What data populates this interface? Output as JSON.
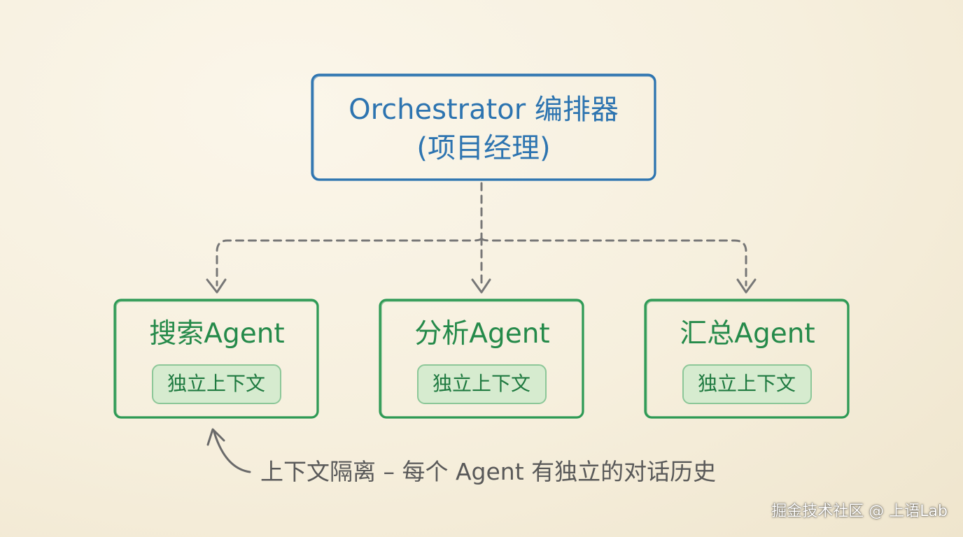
{
  "orchestrator": {
    "title": "Orchestrator 编排器",
    "subtitle": "(项目经理)"
  },
  "agents": [
    {
      "name": "搜索Agent",
      "badge": "独立上下文"
    },
    {
      "name": "分析Agent",
      "badge": "独立上下文"
    },
    {
      "name": "汇总Agent",
      "badge": "独立上下文"
    }
  ],
  "annotation": "上下文隔离 – 每个 Agent 有独立的对话历史",
  "watermark": "掘金技术社区 @ 上语Lab",
  "colors": {
    "orchestrator_border": "#2d74b0",
    "agent_border": "#2e9a55",
    "badge_fill": "#d6ebcf",
    "connector": "#777777",
    "annotation_text": "#595959"
  }
}
